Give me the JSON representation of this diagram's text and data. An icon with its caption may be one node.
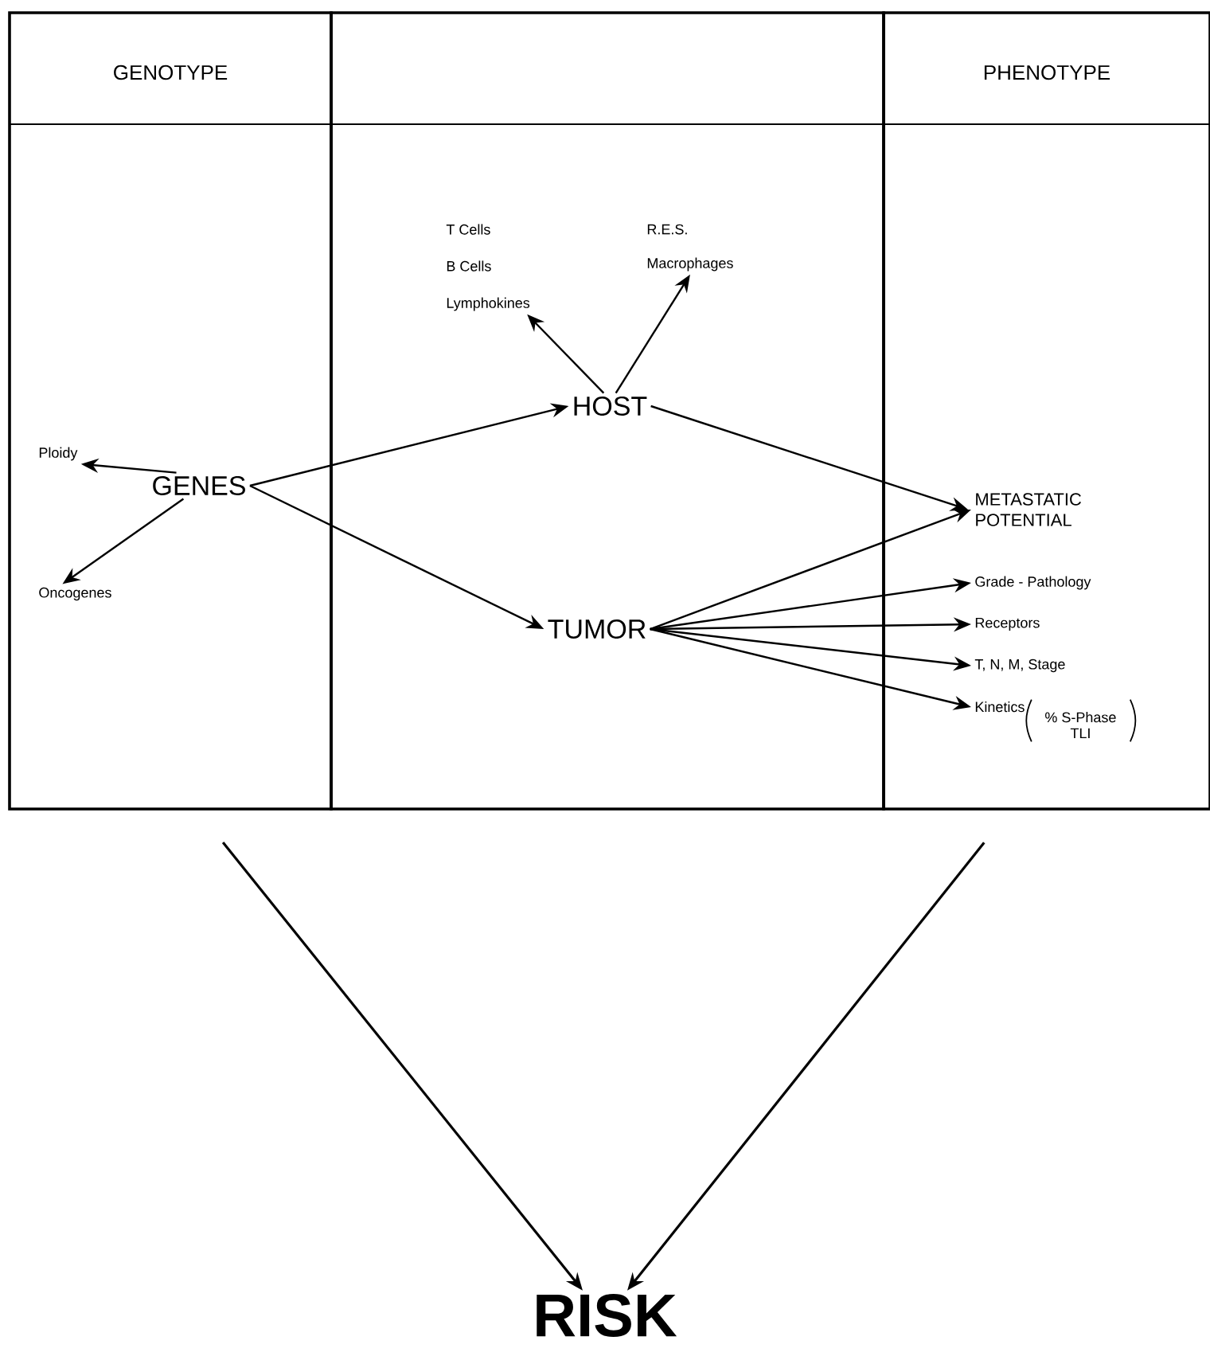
{
  "diagram": {
    "nodes": [
      {
        "text": [
          "GENOTYPE"
        ]
      },
      {
        "text": [],
        "shape": "box"
      },
      {
        "text": [
          "PHENOTYPE"
        ]
      },
      {
        "text": [
          "Ploidy"
        ],
        "in": 0
      },
      {
        "text": [
          "GENES"
        ],
        "in": 0
      },
      {
        "text": [
          "Oncogenes"
        ],
        "in": 0
      },
      {
        "text": [
          "T Cells"
        ],
        "in": 1
      },
      {
        "text": [
          "B Cells"
        ],
        "in": 1
      },
      {
        "text": [
          "Lymphokines"
        ],
        "in": 1
      },
      {
        "text": [
          "R.E.S."
        ],
        "in": 1
      },
      {
        "text": [
          "Macrophages"
        ],
        "in": 1
      },
      {
        "text": [
          "HOST"
        ],
        "in": 1
      },
      {
        "text": [
          "TUMOR"
        ],
        "in": 1
      },
      {
        "text": [
          "METASTATIC POTENTIAL"
        ],
        "in": 2
      },
      {
        "text": [
          "Grade - Pathology"
        ],
        "in": 2
      },
      {
        "text": [
          "Receptors"
        ],
        "in": 2
      },
      {
        "text": [
          "T, N, M, Stage"
        ],
        "in": 2
      },
      {
        "text": [
          "Kinetics",
          "% S-Phase TLI"
        ],
        "in": 2
      },
      {
        "text": [
          "RISK"
        ]
      }
    ],
    "edges": [
      {
        "from": 4,
        "to": 3,
        "arrow": "to"
      },
      {
        "from": 4,
        "to": 5,
        "arrow": "to"
      },
      {
        "from": 4,
        "to": 11,
        "arrow": "to"
      },
      {
        "from": 4,
        "to": 12,
        "arrow": "to"
      },
      {
        "from": 11,
        "to": 8,
        "arrow": "to"
      },
      {
        "from": 11,
        "to": 10,
        "arrow": "to"
      },
      {
        "from": 11,
        "to": 13,
        "arrow": "to"
      },
      {
        "from": 12,
        "to": 13,
        "arrow": "to"
      },
      {
        "from": 12,
        "to": 14,
        "arrow": "to"
      },
      {
        "from": 12,
        "to": 15,
        "arrow": "to"
      },
      {
        "from": 12,
        "to": 16,
        "arrow": "to"
      },
      {
        "from": 12,
        "to": 17,
        "arrow": "to"
      },
      {
        "from": 0,
        "to": 18,
        "arrow": "to"
      },
      {
        "from": 2,
        "to": 18,
        "arrow": "to"
      }
    ]
  }
}
